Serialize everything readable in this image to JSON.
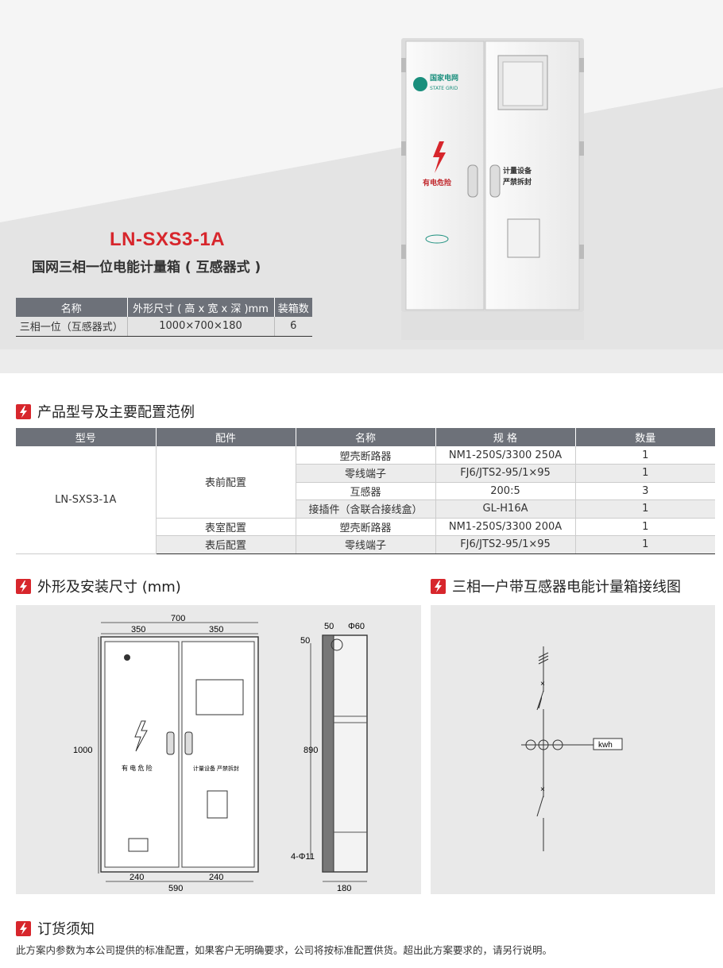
{
  "hero": {
    "model": "LN-SXS3-1A",
    "subtitle": "国网三相一位电能计量箱 ( 互感器式 )",
    "spec_headers": [
      "名称",
      "外形尺寸 ( 高 x 宽 x 深 )mm",
      "装箱数"
    ],
    "spec_row": [
      "三相一位（互感器式）",
      "1000×700×180",
      "6"
    ],
    "cabinet": {
      "logo_cn": "国家电网",
      "logo_en": "STATE GRID",
      "danger": "有电危险",
      "meter_line1": "计量设备",
      "meter_line2": "严禁拆封"
    }
  },
  "config": {
    "heading": "产品型号及主要配置范例",
    "headers": [
      "型号",
      "配件",
      "名称",
      "规 格",
      "数量"
    ],
    "model": "LN-SXS3-1A",
    "groups": [
      "表前配置",
      "表室配置",
      "表后配置"
    ],
    "rows": [
      {
        "name": "塑壳断路器",
        "spec": "NM1-250S/3300 250A",
        "qty": "1"
      },
      {
        "name": "零线端子",
        "spec": "FJ6/JTS2-95/1×95",
        "qty": "1"
      },
      {
        "name": "互感器",
        "spec": "200:5",
        "qty": "3"
      },
      {
        "name": "接插件（含联合接线盒）",
        "spec": "GL-H16A",
        "qty": "1"
      },
      {
        "name": "塑壳断路器",
        "spec": "NM1-250S/3300 200A",
        "qty": "1"
      },
      {
        "name": "零线端子",
        "spec": "FJ6/JTS2-95/1×95",
        "qty": "1"
      }
    ]
  },
  "dims": {
    "heading": "外形及安装尺寸 (mm)",
    "w_total": "700",
    "w_half_l": "350",
    "w_half_r": "350",
    "height": "1000",
    "bottom_l": "240",
    "bottom_r": "240",
    "bottom_total": "590",
    "danger": "有 电 危 险",
    "meter": "计量设备  严禁拆封",
    "side_top": "50",
    "side_left": "50",
    "side_hole": "Φ60",
    "side_height": "890",
    "side_bottom": "4-Φ11",
    "side_depth": "180"
  },
  "wiring": {
    "heading": "三相一户带互感器电能计量箱接线图",
    "meter_label": "kwh"
  },
  "order": {
    "heading": "订货须知",
    "text": "此方案内参数为本公司提供的标准配置，如果客户无明确要求，公司将按标准配置供货。超出此方案要求的，请另行说明。"
  },
  "colors": {
    "accent": "#d7262c",
    "table_header": "#6d7179",
    "panel_bg": "#e9e9e9"
  }
}
